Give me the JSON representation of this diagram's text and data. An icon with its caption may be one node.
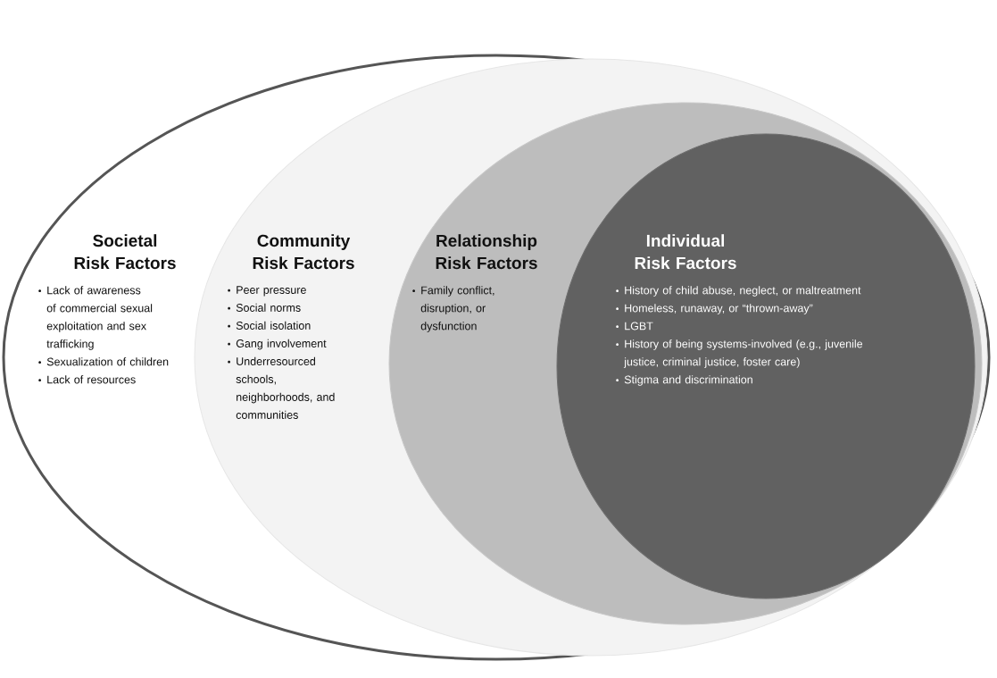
{
  "diagram": {
    "nodes": [
      {
        "text": [
          "Societal Risk Factors",
          "Lack of awareness of commercial sexual exploitation and sex trafficking",
          "Sexualization of children",
          "Lack of resources"
        ]
      },
      {
        "text": [
          "Community Risk Factors",
          "Peer pressure",
          "Social norms",
          "Social isolation",
          "Gang involvement",
          "Underresourced schools, neighborhoods, and communities"
        ],
        "in": 0
      },
      {
        "text": [
          "Relationship Risk Factors",
          "Family conflict, disruption, or dysfunction"
        ],
        "in": 1
      },
      {
        "text": [
          "Individual Risk Factors",
          "History of child abuse, neglect, or maltreatment",
          "Homeless, runaway, or “thrown-away”",
          "LGBT",
          "History of being systems-involved (e.g., juvenile justice, criminal justice, foster care)",
          "Stigma and discrimination"
        ],
        "in": 2
      }
    ]
  }
}
